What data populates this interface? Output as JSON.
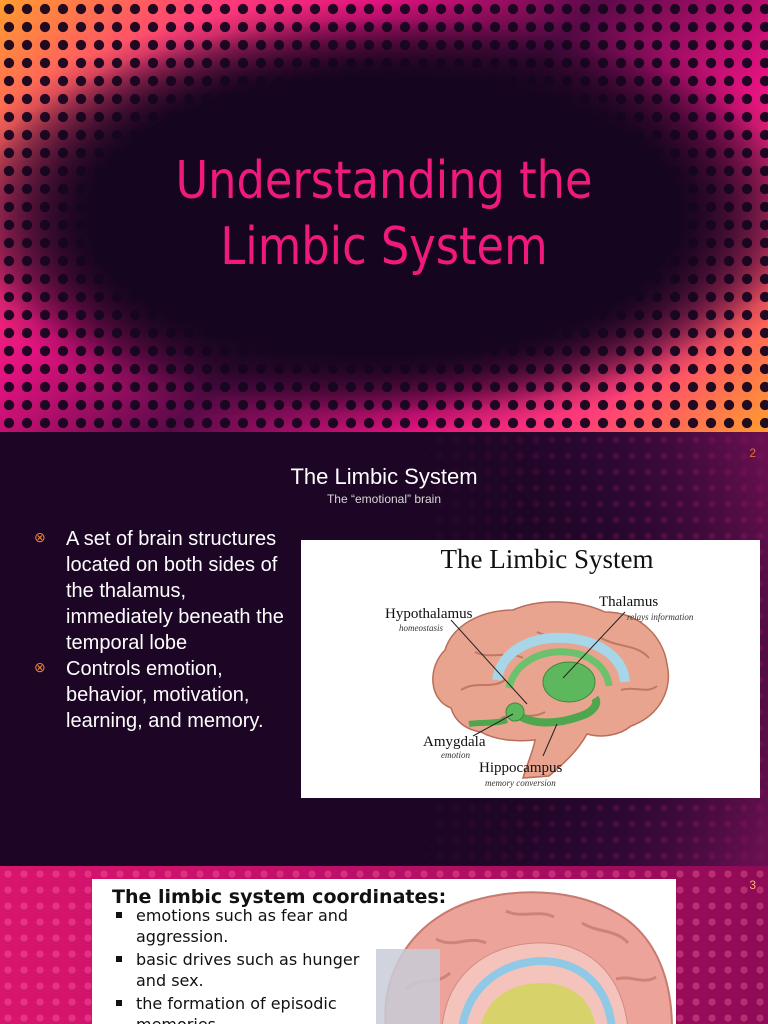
{
  "slide1": {
    "title_line1": "Understanding the",
    "title_line2": "Limbic System"
  },
  "slide2": {
    "page_number": "2",
    "title": "The Limbic System",
    "subtitle": "The “emotional” brain",
    "bullet_icon": "circled-times-bullet-icon",
    "bullets": [
      "A set of brain structures located on both sides of the thalamus, immediately beneath the temporal lobe",
      " Controls emotion, behavior, motivation, learning, and memory."
    ],
    "figure": {
      "title": "The Limbic System",
      "labels": [
        {
          "name": "Hypothalamus",
          "caption": "homeostasis"
        },
        {
          "name": "Thalamus",
          "caption": "relays information"
        },
        {
          "name": "Amygdala",
          "caption": "emotion"
        },
        {
          "name": "Hippocampus",
          "caption": "memory conversion"
        }
      ]
    }
  },
  "slide3": {
    "page_number": "3",
    "title": "The limbic system coordinates:",
    "bullets": [
      "emotions such as fear and aggression.",
      "basic drives such as hunger and sex.",
      "the formation of episodic memories."
    ]
  },
  "colors": {
    "title_pink": "#f0197c",
    "bullet_orange": "#e8823a",
    "dark_bg": "#16051f"
  }
}
